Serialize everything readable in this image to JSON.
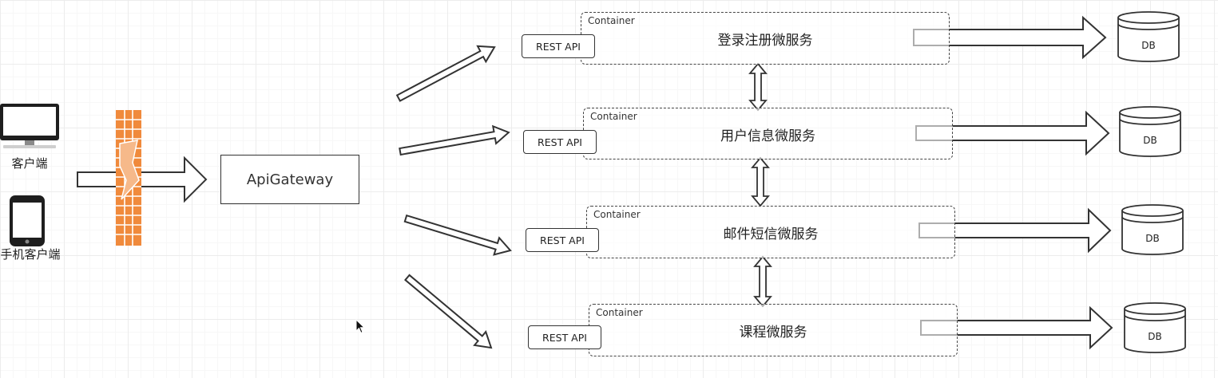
{
  "clients": [
    {
      "label": "客户端",
      "icon": "desktop-monitor-icon"
    },
    {
      "label": "手机客户端",
      "icon": "mobile-phone-icon"
    }
  ],
  "firewall": {
    "icon": "firewall-icon",
    "color": "#f08a3c"
  },
  "gateway": {
    "label": "ApiGateway"
  },
  "services": [
    {
      "container_label": "Container",
      "name": "登录注册微服务",
      "api_label": "REST API",
      "db_label": "DB"
    },
    {
      "container_label": "Container",
      "name": "用户信息微服务",
      "api_label": "REST API",
      "db_label": "DB"
    },
    {
      "container_label": "Container",
      "name": "邮件短信微服务",
      "api_label": "REST API",
      "db_label": "DB"
    },
    {
      "container_label": "Container",
      "name": "课程微服务",
      "api_label": "REST API",
      "db_label": "DB"
    }
  ],
  "colors": {
    "line": "#333333",
    "firewall": "#f08a3c",
    "grid": "#ececec"
  }
}
